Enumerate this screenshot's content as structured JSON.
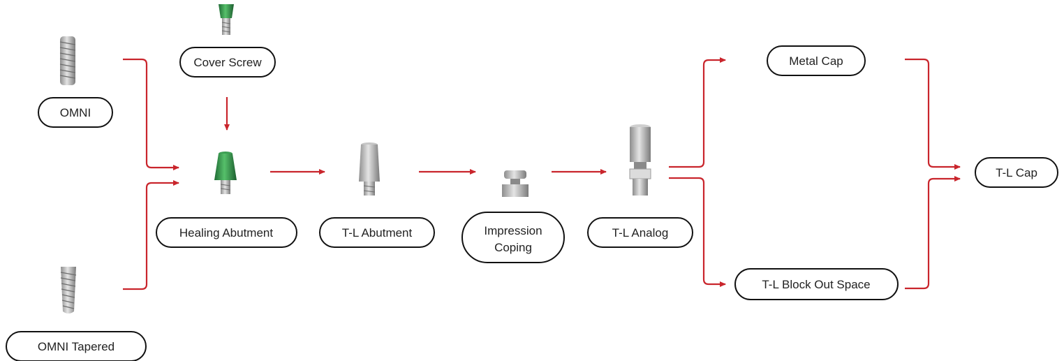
{
  "diagram": {
    "accent_color": "#c9252c",
    "nodes": {
      "omni": {
        "label": "OMNI",
        "part_icon": "implant-icon"
      },
      "omni_tapered": {
        "label": "OMNI Tapered",
        "part_icon": "tapered-implant-icon"
      },
      "cover_screw": {
        "label": "Cover Screw",
        "part_icon": "cover-screw-icon"
      },
      "healing_abutment": {
        "label": "Healing Abutment",
        "part_icon": "healing-abutment-icon"
      },
      "tl_abutment": {
        "label": "T-L Abutment",
        "part_icon": "abutment-icon"
      },
      "impression_coping": {
        "label_line1": "Impression",
        "label_line2": "Coping",
        "part_icon": "impression-coping-icon"
      },
      "tl_analog": {
        "label": "T-L Analog",
        "part_icon": "analog-icon"
      },
      "metal_cap": {
        "label": "Metal Cap"
      },
      "tl_block_out_space": {
        "label": "T-L Block Out Space"
      },
      "tl_cap": {
        "label": "T-L Cap"
      }
    }
  }
}
